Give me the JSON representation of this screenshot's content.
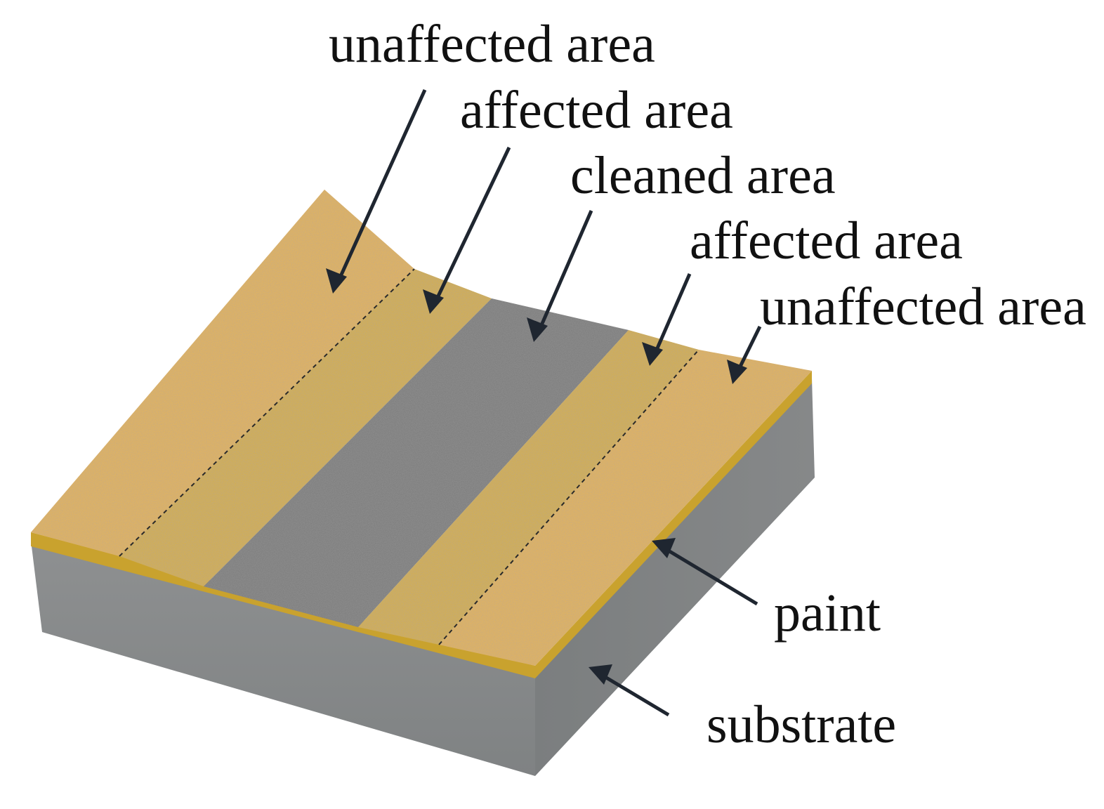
{
  "labels": {
    "unaffected_left": "unaffected area",
    "affected_left": "affected area",
    "cleaned": "cleaned area",
    "affected_right": "affected area",
    "unaffected_right": "unaffected area",
    "paint": "paint",
    "substrate": "substrate"
  },
  "colors": {
    "unaffected_paint": "#E8B64F",
    "affected_paint": "#D9B13A",
    "cleaned_surface": "#7A7A7A",
    "substrate_front": "#8A8C8D",
    "substrate_side": "#7D8081",
    "paint_edge": "#C9A22E",
    "arrow": "#1F2630"
  }
}
